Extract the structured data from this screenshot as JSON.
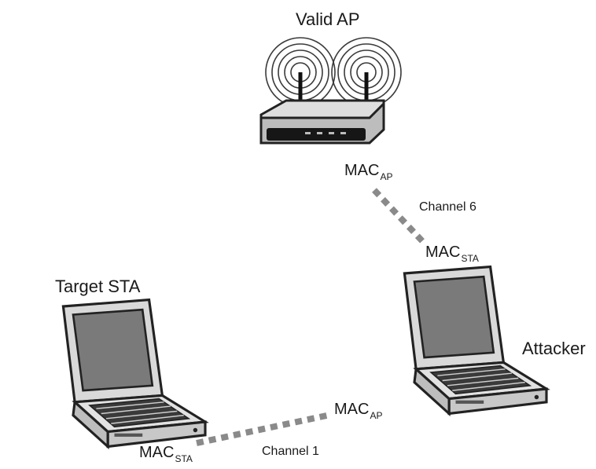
{
  "nodes": {
    "valid_ap": {
      "label": "Valid AP"
    },
    "target_sta": {
      "label": "Target STA"
    },
    "attacker": {
      "label": "Attacker"
    }
  },
  "endpoints": {
    "ap_side": {
      "base": "MAC",
      "sub": "AP"
    },
    "attacker_sta": {
      "base": "MAC",
      "sub": "STA"
    },
    "attacker_ap": {
      "base": "MAC",
      "sub": "AP"
    },
    "target_side": {
      "base": "MAC",
      "sub": "STA"
    }
  },
  "links": {
    "ap_attacker": {
      "label": "Channel 6"
    },
    "target_attacker": {
      "label": "Channel 1"
    }
  },
  "colors": {
    "link": "#8a8a8a",
    "device_dark": "#2a2a2a",
    "screen": "#7a7a7a",
    "casing": "#c8c8c8"
  },
  "icons": {
    "access_point": "wireless-router-icon",
    "laptop": "laptop-icon"
  }
}
